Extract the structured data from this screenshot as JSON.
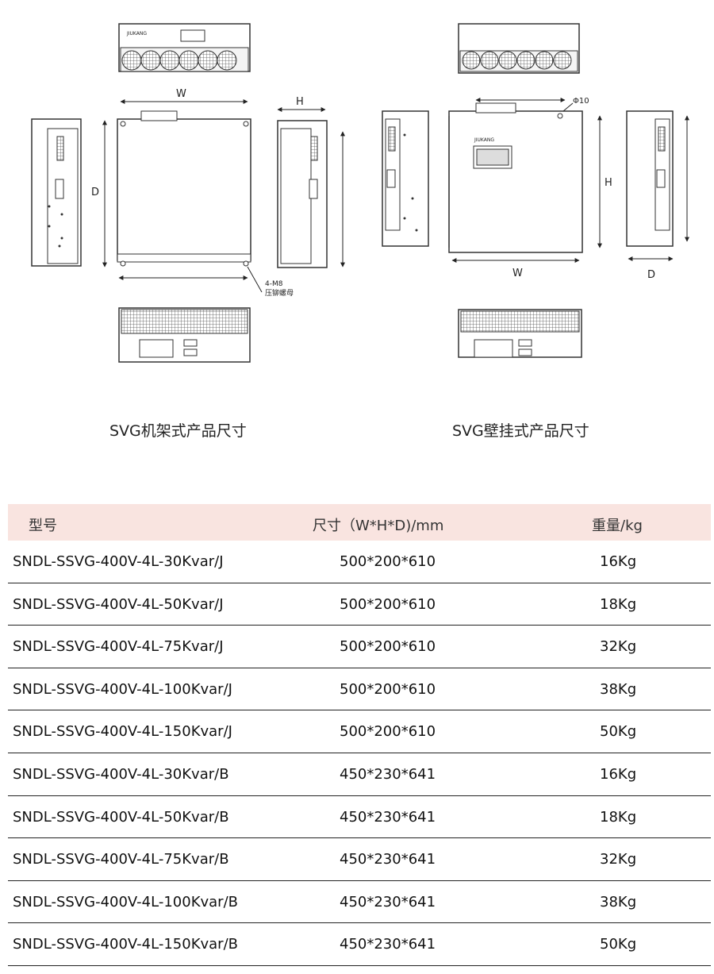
{
  "drawings": {
    "rack": {
      "caption": "SVG机架式产品尺寸",
      "label_w": "W",
      "label_d": "D",
      "label_h": "H",
      "note_line1": "4-M8",
      "note_line2": "压铆螺母",
      "logo_text": "JIUKANG"
    },
    "wall": {
      "caption": "SVG壁挂式产品尺寸",
      "label_phi": "Φ10",
      "label_h": "H",
      "label_w": "W",
      "label_d": "D",
      "logo_text": "JIUKANG"
    }
  },
  "table": {
    "headers": {
      "model": "型号",
      "size": "尺寸（W*H*D)/mm",
      "weight": "重量/kg"
    },
    "rows": [
      {
        "model": "SNDL-SSVG-400V-4L-30Kvar/J",
        "size": "500*200*610",
        "weight": "16Kg"
      },
      {
        "model": "SNDL-SSVG-400V-4L-50Kvar/J",
        "size": "500*200*610",
        "weight": "18Kg"
      },
      {
        "model": "SNDL-SSVG-400V-4L-75Kvar/J",
        "size": "500*200*610",
        "weight": "32Kg"
      },
      {
        "model": "SNDL-SSVG-400V-4L-100Kvar/J",
        "size": "500*200*610",
        "weight": "38Kg"
      },
      {
        "model": "SNDL-SSVG-400V-4L-150Kvar/J",
        "size": "500*200*610",
        "weight": "50Kg"
      },
      {
        "model": "SNDL-SSVG-400V-4L-30Kvar/B",
        "size": "450*230*641",
        "weight": "16Kg"
      },
      {
        "model": "SNDL-SSVG-400V-4L-50Kvar/B",
        "size": "450*230*641",
        "weight": "18Kg"
      },
      {
        "model": "SNDL-SSVG-400V-4L-75Kvar/B",
        "size": "450*230*641",
        "weight": "32Kg"
      },
      {
        "model": "SNDL-SSVG-400V-4L-100Kvar/B",
        "size": "450*230*641",
        "weight": "38Kg"
      },
      {
        "model": "SNDL-SSVG-400V-4L-150Kvar/B",
        "size": "450*230*641",
        "weight": "50Kg"
      }
    ]
  }
}
